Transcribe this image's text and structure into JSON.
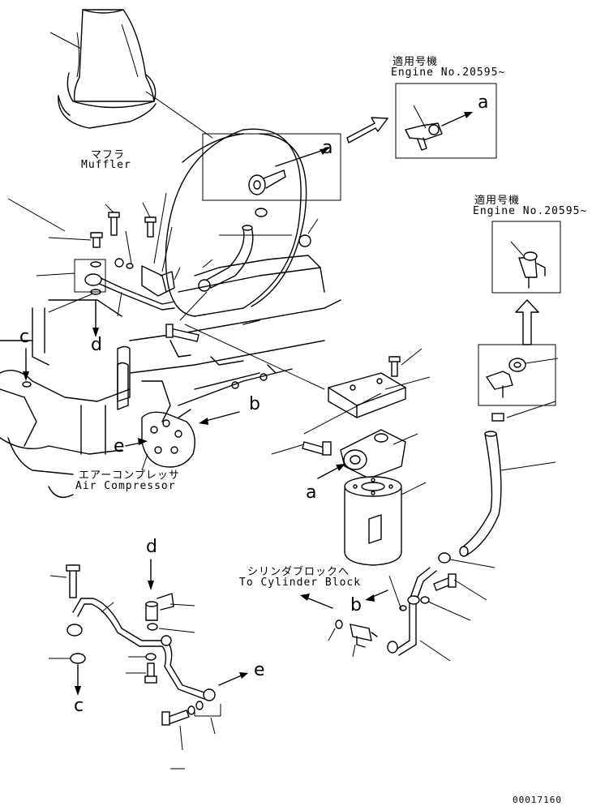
{
  "labels": {
    "muffler_jp": "マフラ",
    "muffler_en": "Muffler",
    "air_comp_jp": "エアーコンプレッサ",
    "air_comp_en": "Air Compressor",
    "cyl_block_jp": "シリンダブロックへ",
    "cyl_block_en": "To Cylinder Block",
    "applic1_jp": "適用号機",
    "applic1_en": "Engine No.20595~",
    "applic2_jp": "適用号機",
    "applic2_en": "Engine No.20595~",
    "doc_number": "00017160"
  },
  "refs": {
    "a_top": "a",
    "a_inset1": "a",
    "a_filter": "a",
    "b_engine": "b",
    "b_lower": "b",
    "c_engine": "c",
    "c_lower": "c",
    "d_engine": "d",
    "d_lower": "d",
    "e_engine": "e",
    "e_lower": "e"
  }
}
